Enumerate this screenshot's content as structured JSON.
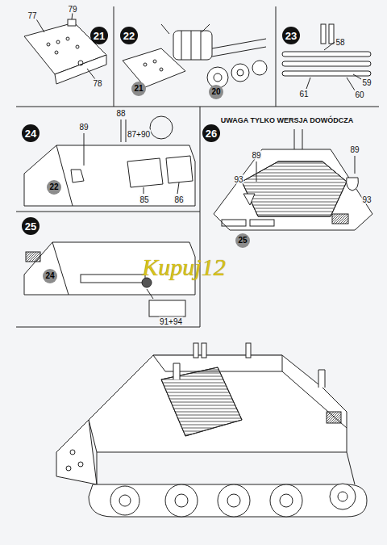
{
  "diagram": {
    "nodes": [
      {
        "text": [
          "21"
        ]
      },
      {
        "text": [
          "22"
        ]
      },
      {
        "text": [
          "23"
        ]
      },
      {
        "text": [
          "21"
        ]
      },
      {
        "text": [
          "20"
        ]
      },
      {
        "text": [
          "24"
        ]
      },
      {
        "text": [
          "26"
        ]
      },
      {
        "text": [
          "22"
        ]
      },
      {
        "text": [
          "25"
        ]
      },
      {
        "text": [
          "25"
        ]
      },
      {
        "text": [
          "24"
        ]
      }
    ],
    "labels": [
      "79",
      "77",
      "78",
      "58",
      "59",
      "60",
      "61",
      "88",
      "89",
      "87+90",
      "85",
      "86",
      "UWAGA TYLKO WERSJA DOWÓDCZA",
      "89",
      "89",
      "93",
      "93",
      "Kupuj12",
      "91+94"
    ]
  }
}
